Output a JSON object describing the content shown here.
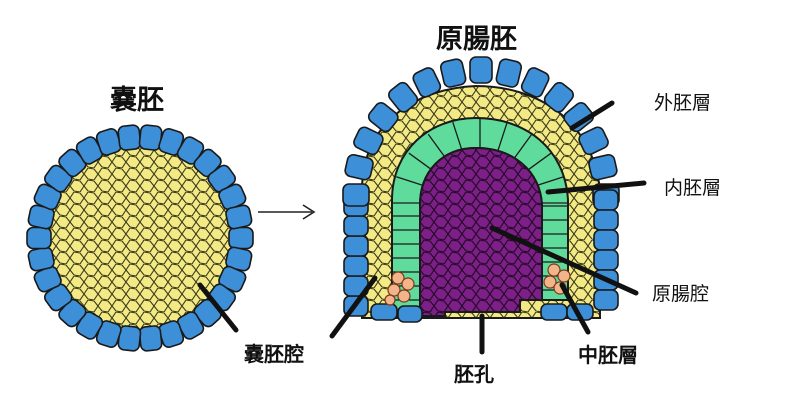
{
  "titles": {
    "blastula": "嚢胚",
    "gastrula": "原腸胚"
  },
  "labels": {
    "blastocoel": "嚢胚腔",
    "ectoderm": "外胚層",
    "endoderm": "内胚層",
    "archenteron": "原腸腔",
    "blastopore": "胚孔",
    "mesoderm": "中胚層"
  },
  "colors": {
    "ectoderm_blue": "#3d8fd8",
    "yolk_yellow": "#f3ea85",
    "endoderm_green": "#5fdc9c",
    "archenteron_purple": "#7c1f86",
    "mesoderm_orange": "#f2b48b",
    "outline": "#1a1a1a"
  },
  "icons": {
    "arrow": "right-arrow-icon"
  }
}
